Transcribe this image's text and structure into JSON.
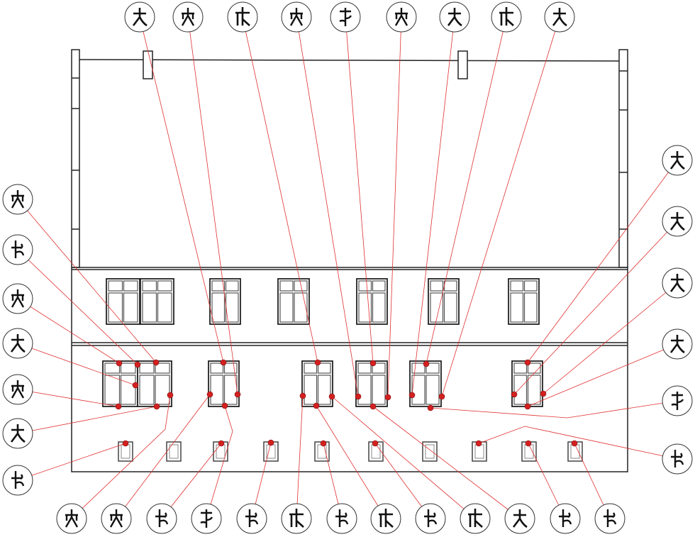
{
  "colors": {
    "line": "#e03030",
    "dot": "#d42020",
    "outline": "#222222"
  },
  "marks": {
    "top": [
      "dai",
      "tent",
      "fu",
      "tent",
      "staff",
      "tent",
      "dai",
      "fu",
      "dai"
    ],
    "left": [
      "tent",
      "hook",
      "tent",
      "dai",
      "tent",
      "dai",
      "hook"
    ],
    "right": [
      "dai",
      "dai",
      "dai",
      "dai",
      "staff",
      "hook"
    ],
    "bottom": [
      "tent",
      "tent",
      "hook",
      "staff",
      "hook",
      "fu",
      "hook",
      "fu",
      "hook",
      "fu",
      "dai",
      "hook",
      "hook"
    ]
  }
}
